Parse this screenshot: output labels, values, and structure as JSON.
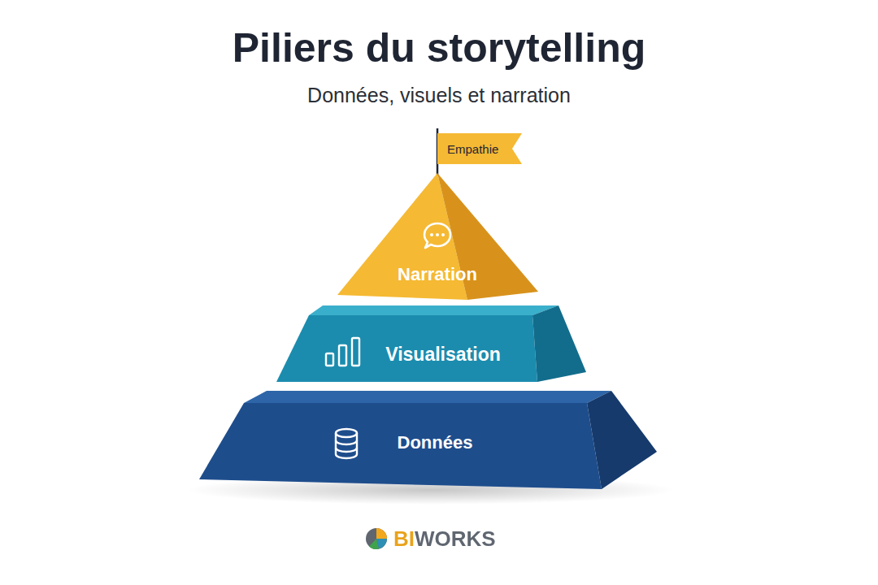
{
  "diagram": {
    "title": "Piliers du storytelling",
    "caption": "Données, visuels et narration",
    "nodes": [
      {
        "text": [
          "Empathie"
        ]
      },
      {
        "text": [
          "Narration"
        ]
      },
      {
        "text": [
          "Visualisation"
        ]
      },
      {
        "text": [
          "Données"
        ]
      }
    ],
    "labels": [
      "BIWORKS"
    ]
  }
}
